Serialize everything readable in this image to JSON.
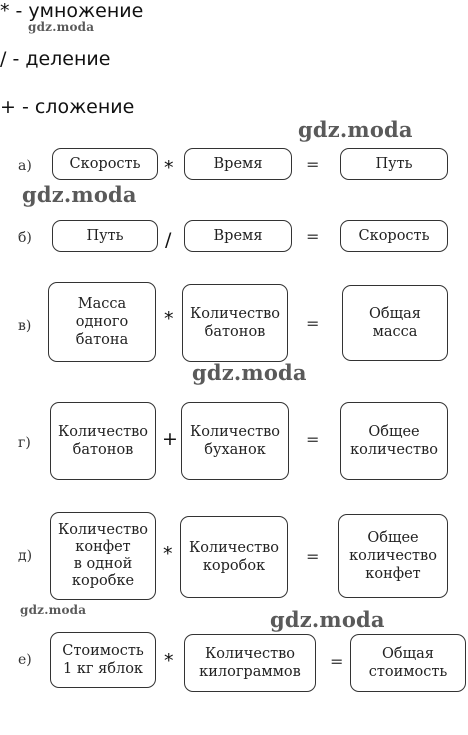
{
  "legend": {
    "mul": "* - умножение",
    "div": "/ - деление",
    "add": "+ - сложение"
  },
  "watermark": "gdz.moda",
  "rows": [
    {
      "label": "а)",
      "a": "Скорость",
      "op": "*",
      "b": "Время",
      "eq": "=",
      "c": "Путь"
    },
    {
      "label": "б)",
      "a": "Путь",
      "op": "/",
      "b": "Время",
      "eq": "=",
      "c": "Скорость"
    },
    {
      "label": "в)",
      "a": "Масса\nодного\nбатона",
      "op": "*",
      "b": "Количество\nбатонов",
      "eq": "=",
      "c": "Общая\nмасса"
    },
    {
      "label": "г)",
      "a": "Количество\nбатонов",
      "op": "+",
      "b": "Количество\nбуханок",
      "eq": "=",
      "c": "Общее\nколичество"
    },
    {
      "label": "д)",
      "a": "Количество\nконфет\nв одной\nкоробке",
      "op": "*",
      "b": "Количество\nкоробок",
      "eq": "=",
      "c": "Общее\nколичество\nконфет"
    },
    {
      "label": "е)",
      "a": "Стоимость\n1 кг яблок",
      "op": "*",
      "b": "Количество\nкилограммов",
      "eq": "=",
      "c": "Общая\nстоимость"
    }
  ]
}
